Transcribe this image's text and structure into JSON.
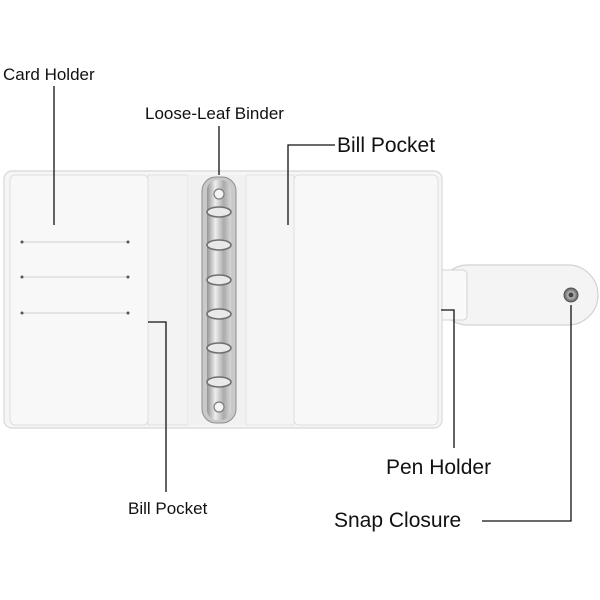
{
  "labels": {
    "card_holder": "Card Holder",
    "loose_leaf_binder": "Loose-Leaf Binder",
    "bill_pocket_right": "Bill Pocket",
    "bill_pocket_bottom": "Bill Pocket",
    "pen_holder": "Pen Holder",
    "snap_closure": "Snap Closure"
  },
  "colors": {
    "background": "#ffffff",
    "binder_cover": "#f6f6f6",
    "stitch_edge": "#dcdcdc",
    "leader_line": "#111111",
    "metal_ring": "#b8b8b8"
  }
}
